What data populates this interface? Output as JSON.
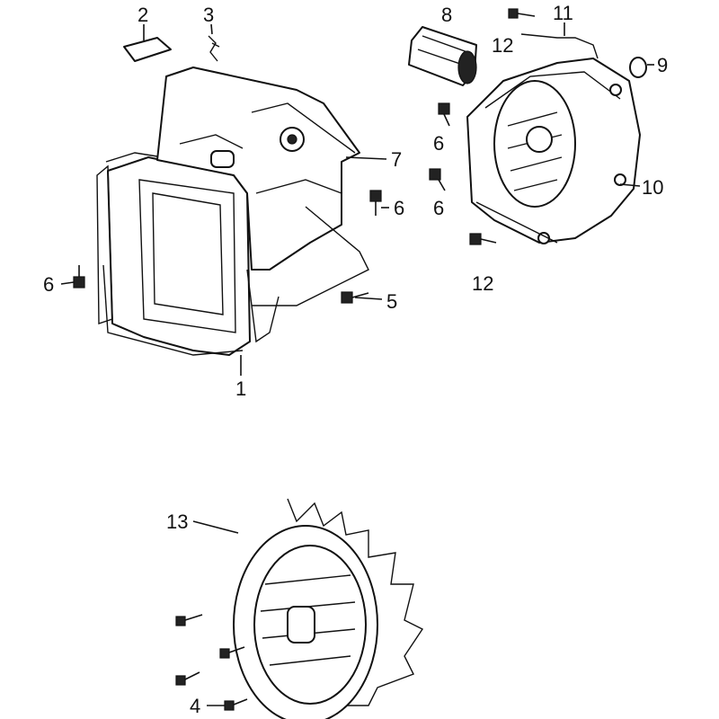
{
  "diagram": {
    "type": "exploded parts diagram",
    "callouts": [
      {
        "id": "1",
        "text": "1"
      },
      {
        "id": "2",
        "text": "2"
      },
      {
        "id": "3",
        "text": "3"
      },
      {
        "id": "4",
        "text": "4"
      },
      {
        "id": "5",
        "text": "5"
      },
      {
        "id": "6a",
        "text": "6"
      },
      {
        "id": "6b",
        "text": "6"
      },
      {
        "id": "6c",
        "text": "6"
      },
      {
        "id": "6d",
        "text": "6"
      },
      {
        "id": "7",
        "text": "7"
      },
      {
        "id": "8",
        "text": "8"
      },
      {
        "id": "9",
        "text": "9"
      },
      {
        "id": "10",
        "text": "10"
      },
      {
        "id": "11",
        "text": "11"
      },
      {
        "id": "12a",
        "text": "12"
      },
      {
        "id": "12b",
        "text": "12"
      },
      {
        "id": "13",
        "text": "13"
      }
    ]
  }
}
